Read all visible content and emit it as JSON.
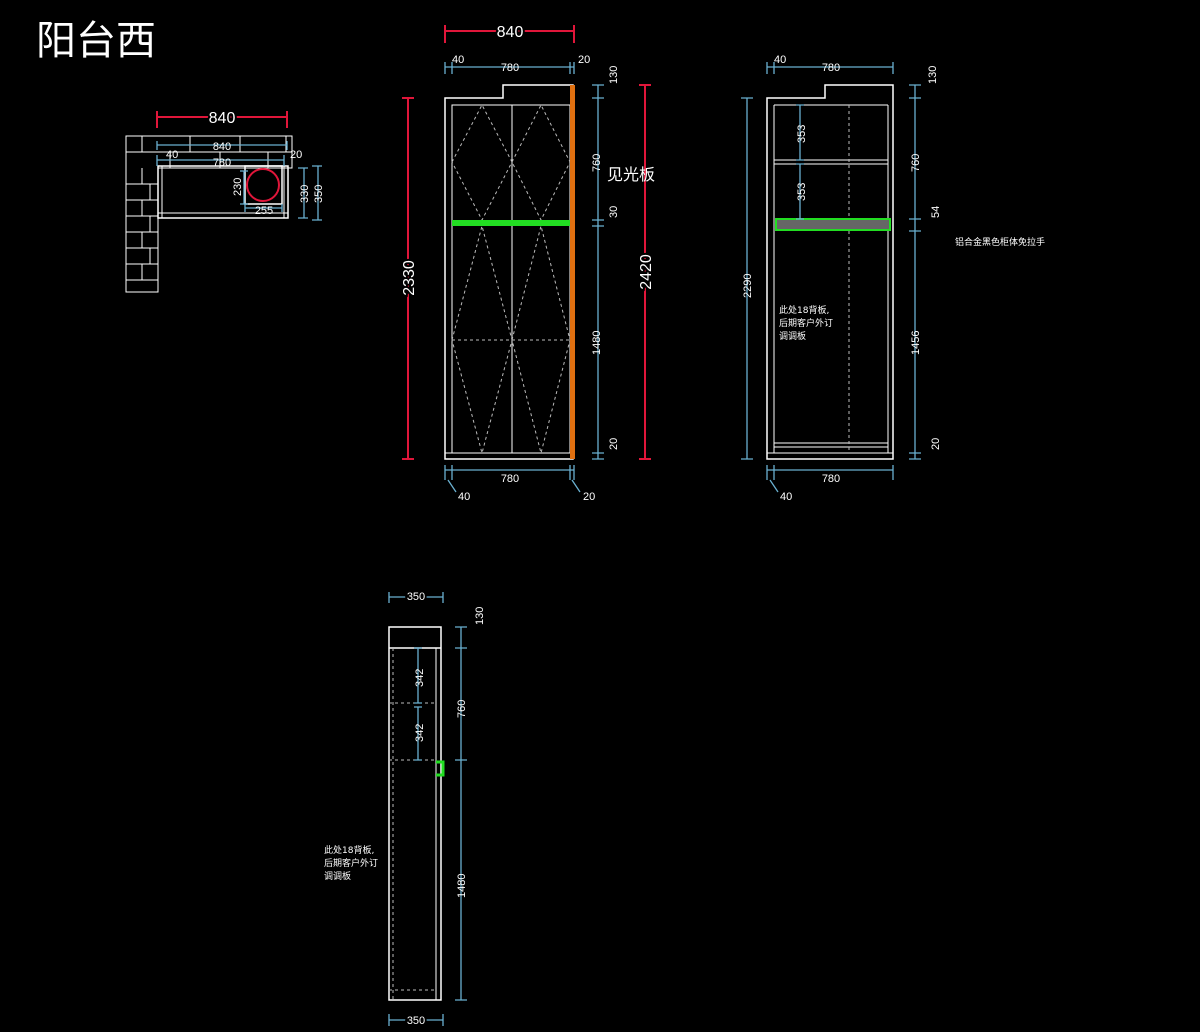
{
  "title": "阳台西",
  "plan": {
    "overall": "840",
    "inner_840": "840",
    "w40": "40",
    "w780": "780",
    "w20": "20",
    "d230": "230",
    "d255": "255",
    "d330": "330",
    "d350": "350"
  },
  "front": {
    "overall_width": "840",
    "top_left": "40",
    "top_mid": "780",
    "top_right": "20",
    "height_left": "2330",
    "height_right": "2420",
    "v130": "130",
    "v760": "760",
    "v30": "30",
    "v1480": "1480",
    "v20": "20",
    "bottom_mid": "780",
    "bottom_left": "40",
    "bottom_right": "20",
    "label": "见光板"
  },
  "interior": {
    "top_left": "40",
    "top_mid": "780",
    "v130": "130",
    "v760": "760",
    "v54": "54",
    "v1456": "1456",
    "v20": "20",
    "height_left": "2290",
    "s353a": "353",
    "s353b": "353",
    "bottom_mid": "780",
    "bottom_left": "40",
    "note_right": "铝合金黑色柜体免拉手",
    "note_lines": [
      "此处18背板,",
      "后期客户外订",
      "调调板"
    ]
  },
  "side": {
    "top": "350",
    "bottom": "350",
    "v130": "130",
    "v760": "760",
    "v1480": "1480",
    "s342a": "342",
    "s342b": "342",
    "note_lines": [
      "此处18背板,",
      "后期客户外订",
      "调调板"
    ]
  },
  "colors": {
    "dimension": "#6ab0d0",
    "overall": "#e0163a",
    "highlight": "#22dd22",
    "exposed_panel": "#e07010"
  }
}
